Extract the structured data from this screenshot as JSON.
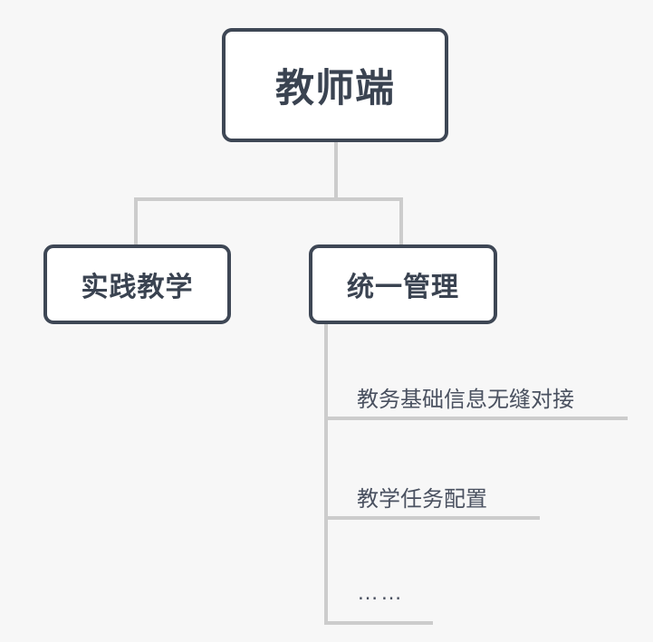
{
  "diagram": {
    "title_node": {
      "label": "教师端"
    },
    "children": [
      {
        "label": "实践教学"
      },
      {
        "label": "统一管理"
      }
    ],
    "leaves": [
      {
        "label": "教务基础信息无缝对接"
      },
      {
        "label": "教学任务配置"
      },
      {
        "label": "……"
      }
    ],
    "colors": {
      "background": "#f7f7f7",
      "node_border": "#3e4755",
      "node_fill": "#ffffff",
      "node_text": "#3a4351",
      "leaf_text": "#4a5160",
      "connector": "#cccccc"
    }
  }
}
